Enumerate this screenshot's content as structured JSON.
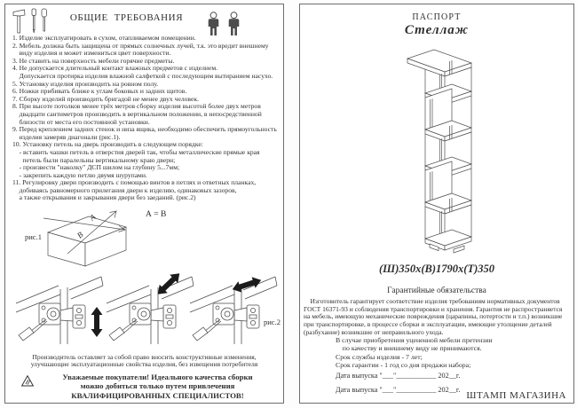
{
  "left_panel": {
    "title": "ОБЩИЕ  ТРЕБОВАНИЯ",
    "items": [
      "1. Изделие эксплуатировать в сухом, отапливаемом помещении.",
      "2. Мебель должна быть защищена от прямых солнечных лучей, т.к. это вредит внешнему\n    виду изделия и может измениться цвет поверхности.",
      "3. Не ставить на поверхность мебели горячие предметы.",
      "4. Не допускается длительный контакт влажных предметов с изделием.\n    Допускается протирка изделия влажной салфеткой с последующим вытиранием насухо.",
      "5. Установку изделия производить на ровном полу.",
      "6. Ножки прибивать ближе к углам боковых и задних щитов.",
      "7. Сборку изделий производить бригадой не менее двух человек.",
      "8. При высоте потолков менее трёх метров сборку изделия высотой более двух метров\n    двадцати сантиметров производить в вертикальном положении, в непосредственной\n    близости от места его постоянной установки.",
      "9. Перед креплением задних стенок и низа ящика, необходимо обеспечить прямоугольность\n    изделия замеряв диагонали (рис.1).",
      "10. Установку петель на дверь производить в следующем порядке:\n    - вставить чашки петель в отверстия дверей так, чтобы металлические прямые края\n      петель были паралельны вертикальному краю двери;\n    - произвести \"наколку\" ДСП шилом на глубину 5...7мм;\n    - закрепить каждую петлю двумя шурупами.",
      "11. Регулировку двери производить с помощью винтов в петлях и ответных планках,\n    добиваясь равномерного прилегания двери к изделию, одинаковых зазоров,\n    а также открывания и закрывания двери без заеданий. (рис.2)"
    ],
    "fig1_equation": "А = В",
    "fig1_label": "рис.1",
    "fig2_label": "рис.2",
    "manufacturer_note": "Производитель оставляет за собой право вносить конструктивные изменения,\nулучшающие эксплуатационные свойства изделия, без извещения потребителя",
    "warning": "Уважаемые покупатели! Идеального качества сборки\nможно добиться только путем привлечения\nКВАЛИФИЦИРОВАННЫХ СПЕЦИАЛИСТОВ!"
  },
  "right_panel": {
    "doc_title": "ПАСПОРТ",
    "product_name": "Стеллаж",
    "dimensions": "(Ш)350х(В)1790х(Т)350",
    "warranty_title": "Гарантийные обязательства",
    "warranty_text": "    Изготовитель гарантирует соответствие изделия требованиям нормативных документов\nГОСТ 16371-93 и соблюдения транспортировки и хранения. Гарантия не распространяется\nна мебель, имеющую механические повреждения (царапины, потертости и т.п.) возникшие\nпри транспортировке, в процессе сборки и эксплуатации, имеющие утолщение деталей\n(разбухание) возникшие от неправильного ухода.",
    "warranty_notes": "В случае приобретения уцененной мебели претензии\n    по качеству и внешнему виду не принимаются.\nСрок службы изделия - 7 лет;\nСрок гарантии - 1 год со дня продажи набора;",
    "date_line_1": "Дата выпуска \"___\"___________ 202__г.",
    "date_line_2": "Дата выпуска \"___\"___________ 202__г.",
    "stamp": "ШТАМП МАГАЗИНА"
  }
}
